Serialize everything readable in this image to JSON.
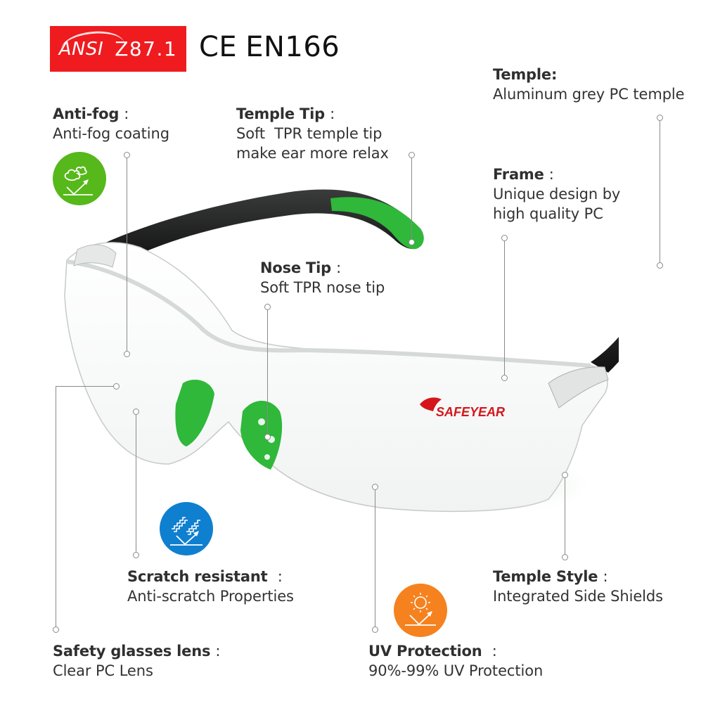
{
  "certifications": {
    "ansi_label": "ANSI",
    "ansi_standard": "Z87.1",
    "ce_mark": "CE",
    "en_standard": "EN166",
    "badge_color": "#ef1b1f"
  },
  "brand": {
    "logo_text": "SAFEYEAR",
    "logo_color": "#d4161c",
    "logo_icon": "lion-head-icon"
  },
  "features": {
    "anti_fog": {
      "title": "Anti-fog",
      "colon": ":",
      "description": "Anti-fog coating",
      "icon": "cloud-reflection-icon",
      "icon_color": "#56b81a"
    },
    "temple_tip": {
      "title": "Temple Tip",
      "colon": ":",
      "description": "Soft  TPR temple tip\nmake ear more relax"
    },
    "temple": {
      "title": "Temple",
      "colon": ":",
      "description": "Aluminum grey PC temple"
    },
    "frame": {
      "title": "Frame",
      "colon": ":",
      "description": "Unique design by\nhigh quality PC"
    },
    "nose_tip": {
      "title": "Nose Tip",
      "colon": ":",
      "description": "Soft TPR nose tip"
    },
    "scratch_resistant": {
      "title": "Scratch resistant",
      "colon": ":",
      "description": "Anti-scratch Properties",
      "icon": "scratch-reflection-icon",
      "icon_color": "#0f7fd0"
    },
    "temple_style": {
      "title": "Temple Style",
      "colon": ":",
      "description": "Integrated Side Shields"
    },
    "lens": {
      "title": "Safety glasses lens",
      "colon": ":",
      "description": "Clear PC Lens"
    },
    "uv_protection": {
      "title": "UV Protection",
      "colon": ":",
      "description": "90%-99% UV Protection",
      "icon": "sun-reflection-icon",
      "icon_color": "#f5821f"
    }
  },
  "product_colors": {
    "frame_black": "#1c1e1d",
    "tpr_green": "#2fb83a",
    "lens_clear": "#f4f6f6"
  }
}
